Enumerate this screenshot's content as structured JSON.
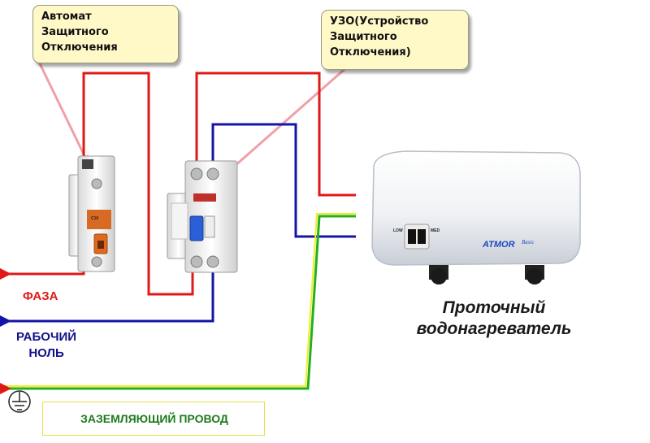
{
  "callouts": {
    "circuit_breaker": "Автомат\nЗащитного\nОтключения",
    "rcd": "УЗО(Устройство\nЗащитного\nОтключения)"
  },
  "labels": {
    "phase": "ФАЗА",
    "neutral": "РАБОЧИЙ\nНОЛЬ",
    "ground": "ЗАЗЕМЛЯЮЩИЙ ПРОВОД",
    "heater": "Проточный\nводонагреватель"
  },
  "heater_panel": {
    "brand": "ATMOR",
    "model": "Basic",
    "low": "LOW",
    "med": "MED"
  },
  "colors": {
    "phase_wire": "#e01818",
    "neutral_wire": "#1414a8",
    "ground_wire_green": "#22b01e",
    "ground_wire_yellow": "#f2ee22",
    "callout_bg": "#fff9c8",
    "breaker_handle": "#e06a1c",
    "rcd_handle": "#2a5fd8"
  }
}
